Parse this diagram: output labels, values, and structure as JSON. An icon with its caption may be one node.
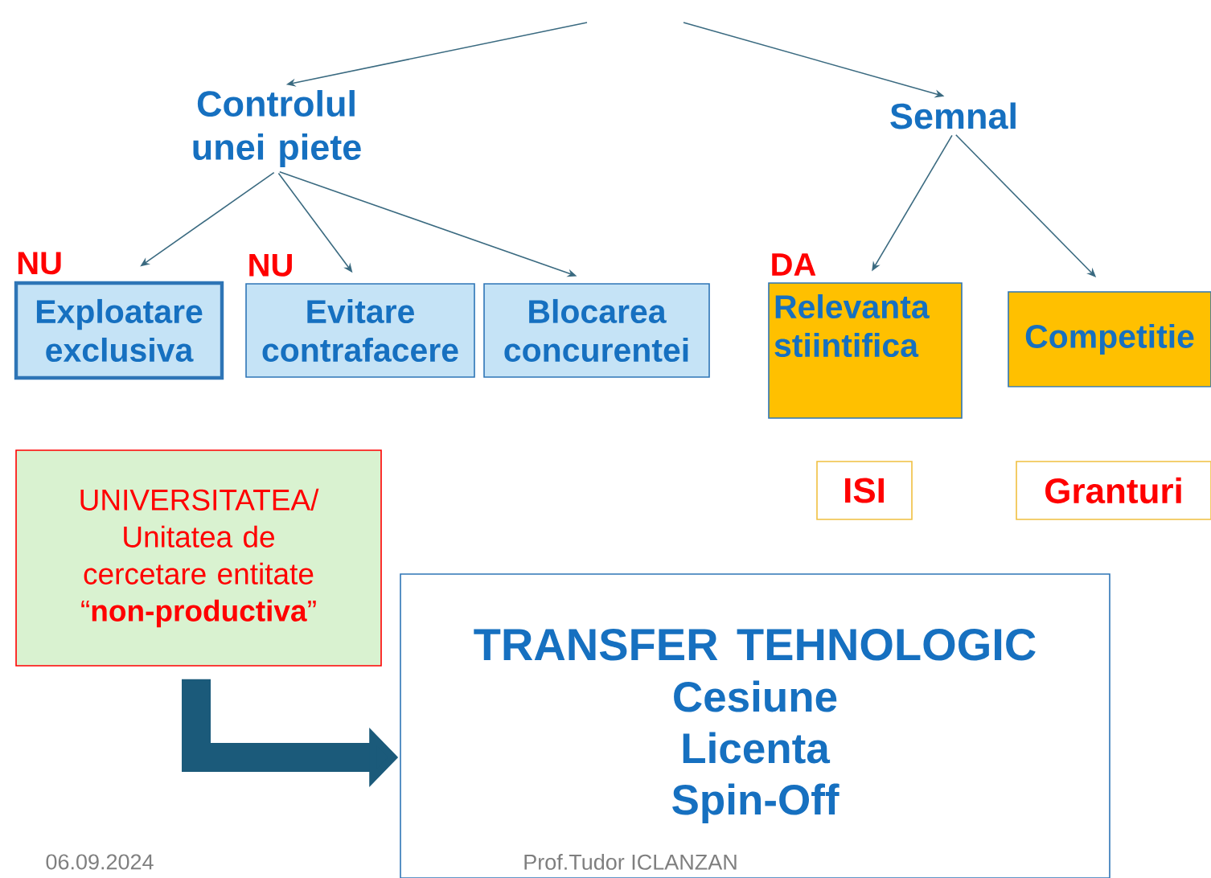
{
  "diagram": {
    "nodes": [
      {
        "text": [
          "Controlul unei piete"
        ]
      },
      {
        "text": [
          "Semnal"
        ]
      },
      {
        "text": [
          "Exploatare exclusiva"
        ],
        "beside": [
          "NU"
        ]
      },
      {
        "text": [
          "Evitare contrafacere"
        ],
        "beside": [
          "NU"
        ]
      },
      {
        "text": [
          "Blocarea concurentei"
        ]
      },
      {
        "text": [
          "Relevanta stiintifica"
        ],
        "beside": [
          "DA"
        ]
      },
      {
        "text": [
          "Competitie"
        ]
      },
      {
        "text": [
          "ISI"
        ]
      },
      {
        "text": [
          "Granturi"
        ]
      },
      {
        "text": [
          "UNIVERSITATEA/ Unitatea de cercetare entitate “**non-productiva**”"
        ]
      },
      {
        "text": [
          "TRANSFER TEHNOLOGIC",
          "Cesiune",
          "Licenta",
          "Spin-Off"
        ]
      }
    ],
    "edges": [
      {
        "from": null,
        "to": 0,
        "arrow": "to"
      },
      {
        "from": null,
        "to": 1,
        "arrow": "to"
      },
      {
        "from": 0,
        "to": 2,
        "arrow": "to"
      },
      {
        "from": 0,
        "to": 3,
        "arrow": "to"
      },
      {
        "from": 0,
        "to": 4,
        "arrow": "to"
      },
      {
        "from": 1,
        "to": 5,
        "arrow": "to"
      },
      {
        "from": 1,
        "to": 6,
        "arrow": "to"
      },
      {
        "from": 9,
        "to": 10,
        "arrow": "to",
        "style": "thick",
        "color": "#1b5a7a"
      }
    ],
    "labels": [
      "06.09.2024",
      "Prof.Tudor ICLANZAN"
    ]
  }
}
